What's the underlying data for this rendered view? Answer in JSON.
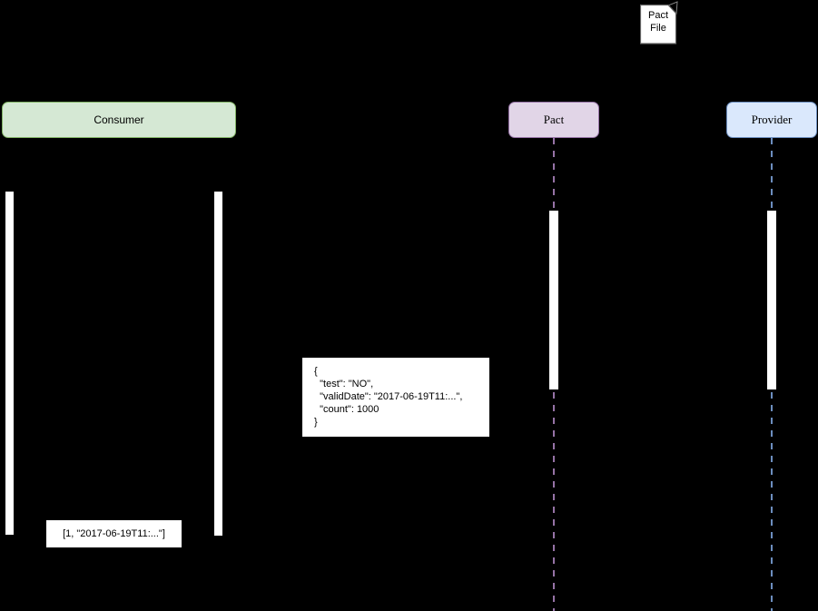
{
  "diagram": {
    "background_color": "#000000",
    "kind": "pact-sequence-diagram"
  },
  "pact_file": {
    "label": "Pact\nFile",
    "fill": "#ffffff",
    "border": "#666666"
  },
  "participants": [
    {
      "id": "consumer",
      "label": "Consumer",
      "fill": "#d5e8d4",
      "border": "#82b366"
    },
    {
      "id": "pact",
      "label": "Pact",
      "fill": "#e1d5e7",
      "border": "#9673a6"
    },
    {
      "id": "provider",
      "label": "Provider",
      "fill": "#dae8fc",
      "border": "#6c8ebf"
    }
  ],
  "lifelines": [
    {
      "of": "pact",
      "color": "#9673a6",
      "style": "dashed"
    },
    {
      "of": "provider",
      "color": "#6c8ebf",
      "style": "dashed"
    }
  ],
  "activations": [
    {
      "of": "consumer-left",
      "color": "#ffffff"
    },
    {
      "of": "consumer-right",
      "color": "#ffffff"
    },
    {
      "of": "pact",
      "color": "#ffffff"
    },
    {
      "of": "provider",
      "color": "#ffffff"
    }
  ],
  "notes": {
    "interaction_json": {
      "text": "{\n  \"test\": \"NO\",\n  \"validDate\": \"2017-06-19T11:...\",\n  \"count\": 1000\n}"
    },
    "consumer_result": {
      "text": "[1, \"2017-06-19T11:...\"]"
    }
  }
}
